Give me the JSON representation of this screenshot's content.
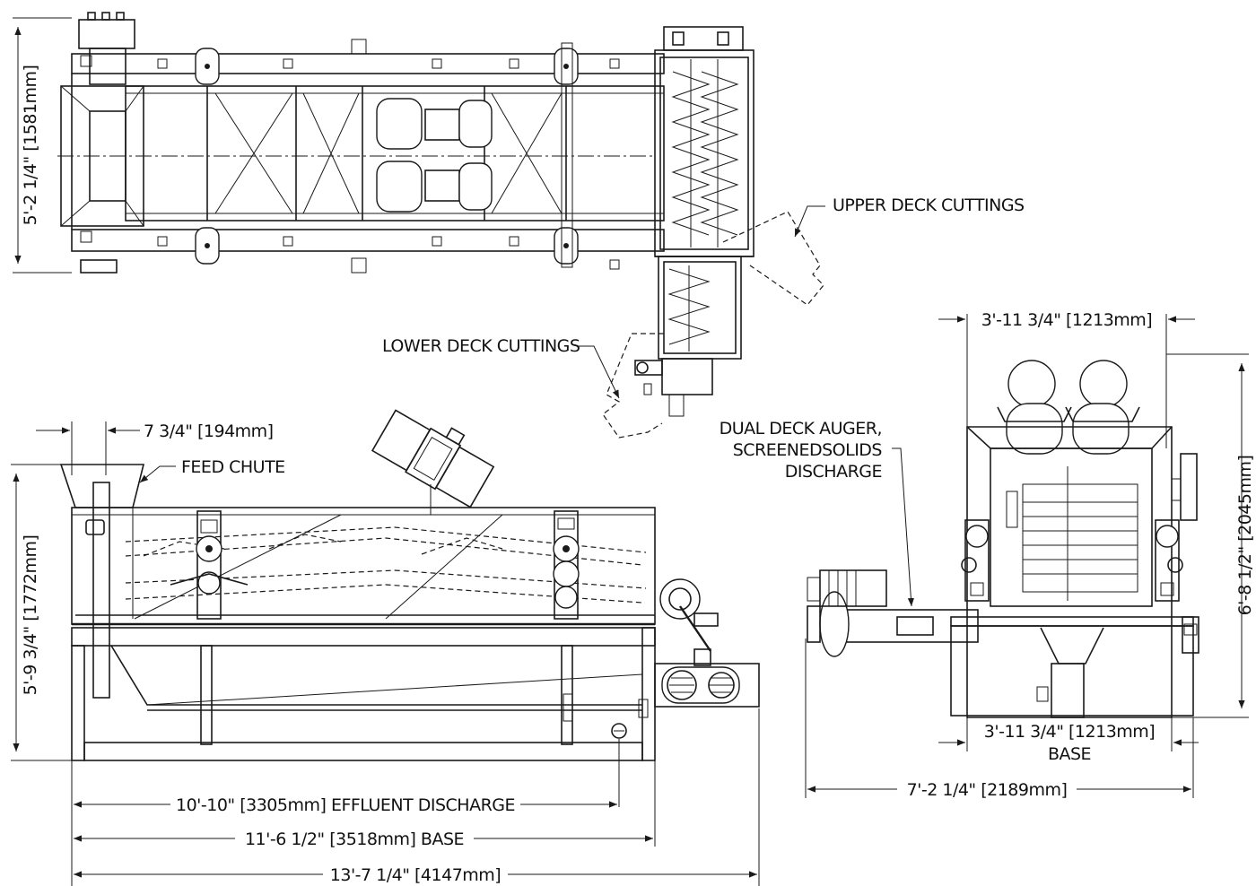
{
  "labels": {
    "upper_deck": "UPPER DECK CUTTINGS",
    "lower_deck": "LOWER DECK CUTTINGS",
    "feed_chute": "FEED CHUTE",
    "auger_line1": "DUAL DECK AUGER,",
    "auger_line2": "SCREENEDSOLIDS",
    "auger_line3": "DISCHARGE"
  },
  "dimensions": {
    "top_view_width": "5'-2 1/4\" [1581mm]",
    "chute_offset": "7 3/4\" [194mm]",
    "side_height": "5'-9 3/4\" [1772mm]",
    "effluent": "10'-10\" [3305mm] EFFLUENT DISCHARGE",
    "base_length": "11'-6 1/2\" [3518mm] BASE",
    "overall_length": "13'-7 1/4\" [4147mm]",
    "end_top_width": "3'-11 3/4\" [1213mm]",
    "end_height": "6'-8 1/2\" [2045mm]",
    "end_base_width": "3'-11 3/4\" [1213mm]",
    "end_base_label": "BASE",
    "end_overall_width": "7'-2 1/4\" [2189mm]"
  }
}
